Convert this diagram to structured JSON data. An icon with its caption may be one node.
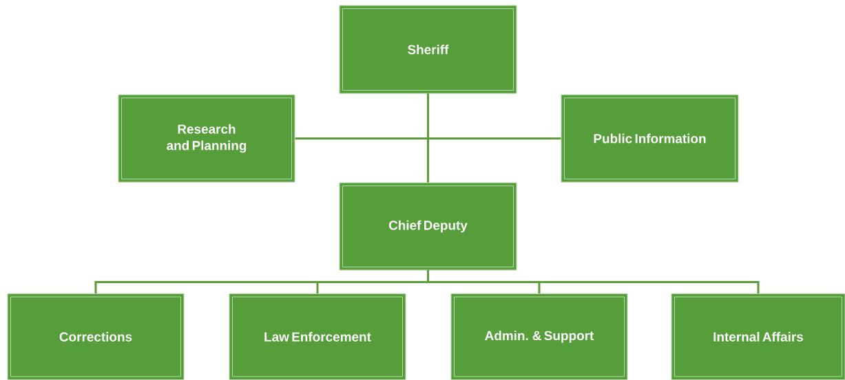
{
  "diagram": {
    "nodes": [
      {
        "text": [
          "Sheriff"
        ]
      },
      {
        "text": [
          "Research and Planning"
        ]
      },
      {
        "text": [
          "Public Information"
        ]
      },
      {
        "text": [
          "Chief Deputy"
        ]
      },
      {
        "text": [
          "Corrections"
        ]
      },
      {
        "text": [
          "Law Enforcement"
        ]
      },
      {
        "text": [
          "Admin. & Support"
        ]
      },
      {
        "text": [
          "Internal Affairs"
        ]
      }
    ],
    "edges": [
      {
        "from": 0,
        "to": 3,
        "arrow": "none"
      },
      {
        "from": 0,
        "to": 1,
        "arrow": "none"
      },
      {
        "from": 0,
        "to": 2,
        "arrow": "none"
      },
      {
        "from": 3,
        "to": 4,
        "arrow": "none"
      },
      {
        "from": 3,
        "to": 5,
        "arrow": "none"
      },
      {
        "from": 3,
        "to": 6,
        "arrow": "none"
      },
      {
        "from": 3,
        "to": 7,
        "arrow": "none"
      }
    ]
  }
}
